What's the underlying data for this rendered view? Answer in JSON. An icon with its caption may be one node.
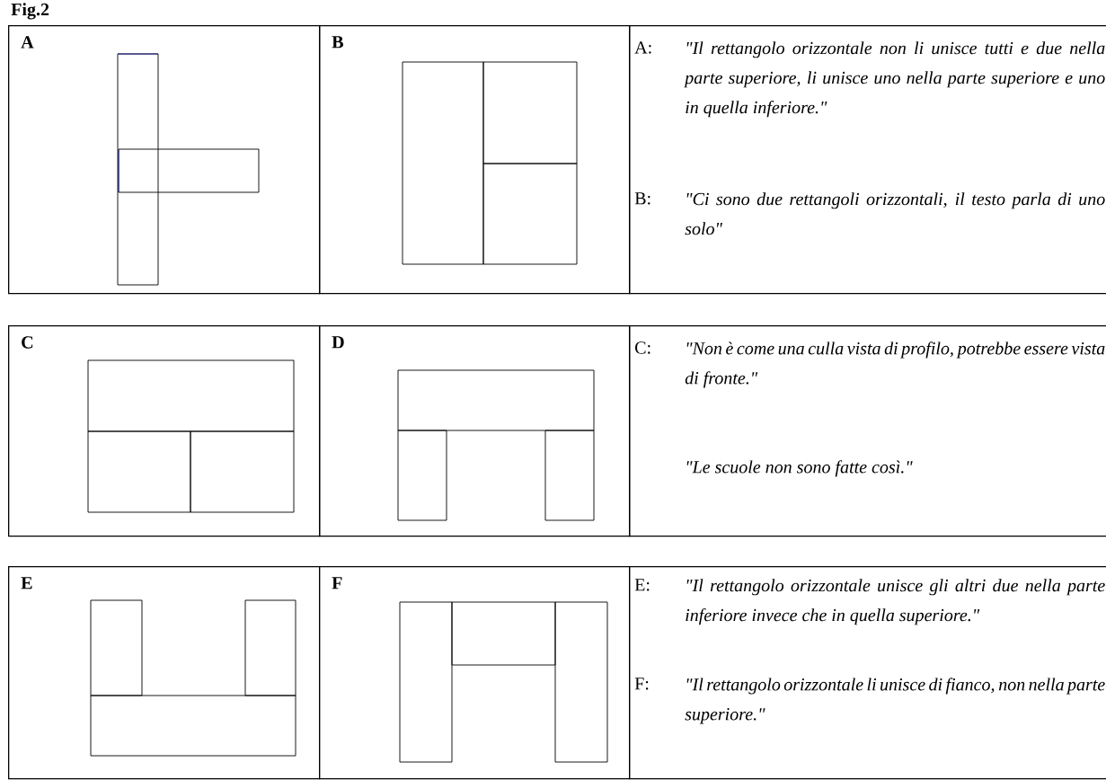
{
  "diagram": {
    "title": "Fig.2",
    "nodes": [
      {
        "text": [
          "A"
        ]
      },
      {
        "text": [
          "B"
        ]
      },
      {
        "text": [
          "A:",
          "\"Il rettangolo orizzontale non li unisce tutti e due nella parte superiore, li unisce uno nella parte superiore e uno in quella inferiore.\"",
          "B:",
          "\"Ci sono due rettangoli orizzontali, il testo parla di uno solo\""
        ]
      },
      {
        "text": [
          "C"
        ]
      },
      {
        "text": [
          "D"
        ]
      },
      {
        "text": [
          "C:",
          "\"Non è come una culla vista di profilo, potrebbe essere vista di fronte.\"",
          "\"Le scuole non sono fatte così.\""
        ]
      },
      {
        "text": [
          "E"
        ]
      },
      {
        "text": [
          "F"
        ]
      },
      {
        "text": [
          "E:",
          "\"Il rettangolo orizzontale unisce gli altri due nella parte inferiore invece che in quella superiore.\"",
          "F:",
          "\"Il rettangolo orizzontale li unisce di fianco, non nella parte superiore.\""
        ]
      }
    ]
  }
}
